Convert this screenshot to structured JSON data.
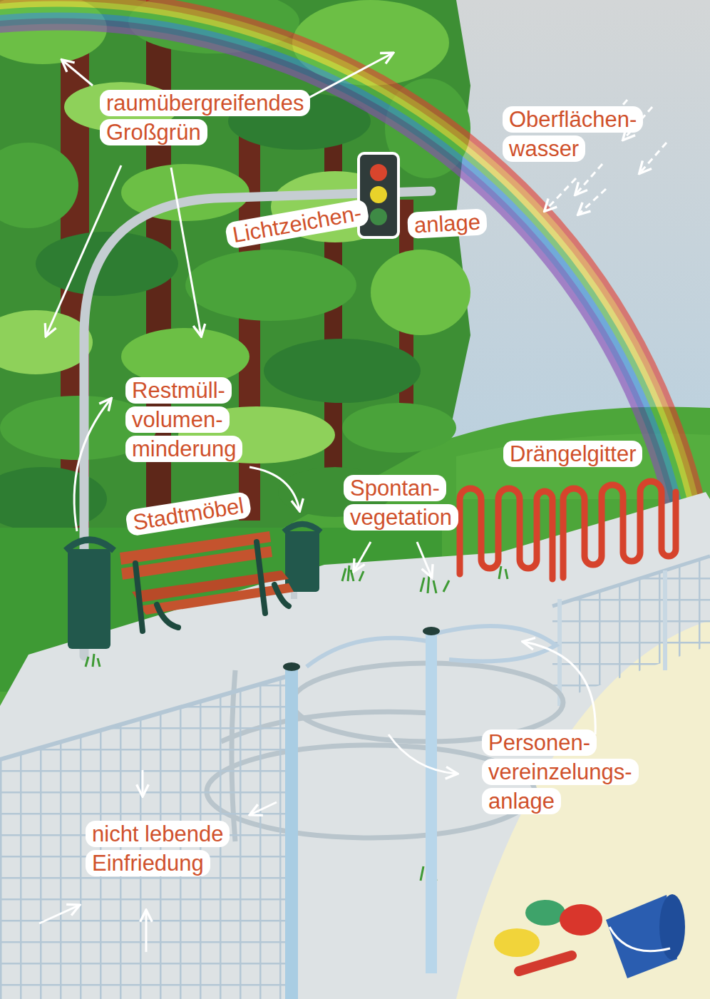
{
  "diagram": {
    "nodes": [
      {
        "text": [
          "raumübergreifendes Großgrün"
        ]
      },
      {
        "text": [
          "Oberflächen- wasser"
        ]
      },
      {
        "text": [
          "Lichtzeichen-"
        ]
      },
      {
        "text": [
          "anlage"
        ]
      },
      {
        "text": [
          "Restmüll- volumen- minderung"
        ]
      },
      {
        "text": [
          "Drängelgitter"
        ]
      },
      {
        "text": [
          "Stadtmöbel"
        ]
      },
      {
        "text": [
          "Spontan- vegetation"
        ]
      },
      {
        "text": [
          "Personen- vereinzelungs- anlage"
        ]
      },
      {
        "text": [
          "nicht lebende Einfriedung"
        ]
      }
    ]
  }
}
